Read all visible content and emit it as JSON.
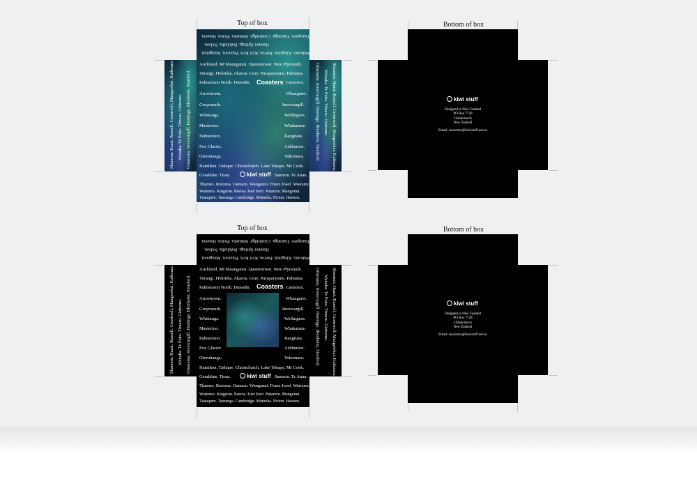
{
  "labels": {
    "top_of_box": "Top of box",
    "bottom_of_box": "Bottom of box"
  },
  "top_box": {
    "coasters": "Coasters",
    "logo": "kiwi stuff",
    "rows": [
      "Auckland. Mt Maunganui. Queenstown. New Plymouth.",
      "Turangi. Hokitika. Akaroa. Gore. Paraparaumu. Pahiatua.",
      "Palmerston North. Dunedin.",
      "Carterton.",
      "Arrowtown.",
      "Whangarei.",
      "Greymouth.",
      "Invercargill.",
      "Whitianga.",
      "Wellington.",
      "Masterton.",
      "Whakatane.",
      "Palmerston.",
      "Rangitata.",
      "Fox Glacier.",
      "Ashburton.",
      "Otorohanga.",
      "Tokomaru.",
      "Hamilton. Taihape. Christchurch. Lake Tekapo. Mt Cook.",
      "Geraldine. Tirau.",
      "Samson. Te Anau.",
      "Thames. Rotorua. Oamaru. Wanganui. Franz Josef. Waiouru.",
      "Waitomo. Kingston. Paeroa. Keri Keri. Putaruru. Mangonui.",
      "Hanmer Springs.",
      "Balclutha.Nelson.",
      "Tuatapere. Tauranga. Cambridge. Motueka. Picton. Hawera."
    ],
    "flap_top": [
      "Waitomo. Kingston. Paeroa. Keri Keri. Putaruru. Mangonui.",
      "Hanmer Springs.  Balclutha. Nelson.",
      "Tuatapere. Tauranga. Cambridge. Motueka. Picton. Hawera."
    ],
    "flap_left": [
      "Shannon. Haast. Russell. Cromwell. Mangawhai. Kaikoura.",
      "Wanaka. Te Puke.  Timaru. Gisborne.",
      "Omarama. Invercargill. Hastings. Blenheim. Stratford."
    ],
    "flap_right": [
      "Shannon. Haast. Russell. Cromwell. Mangawhai. Kaikoura.",
      "Wanaka. Te Puke.  Timaru. Gisborne.",
      "Omarama. Invercargill. Hastings. Blenheim. Stratford."
    ]
  },
  "bottom_box": {
    "logo": "kiwi stuff",
    "info_lines": [
      "Designed in New Zealand",
      "PO Box 7728",
      "Christchurch",
      "New Zealand"
    ],
    "email": "Email: souvenirs@kiwistuff.net.nz"
  },
  "colors": {
    "sheet": "#eef0f2",
    "box_black": "#000000",
    "paua_teal": "#1b6a7a",
    "crop_marks": "#bcc2c8"
  }
}
